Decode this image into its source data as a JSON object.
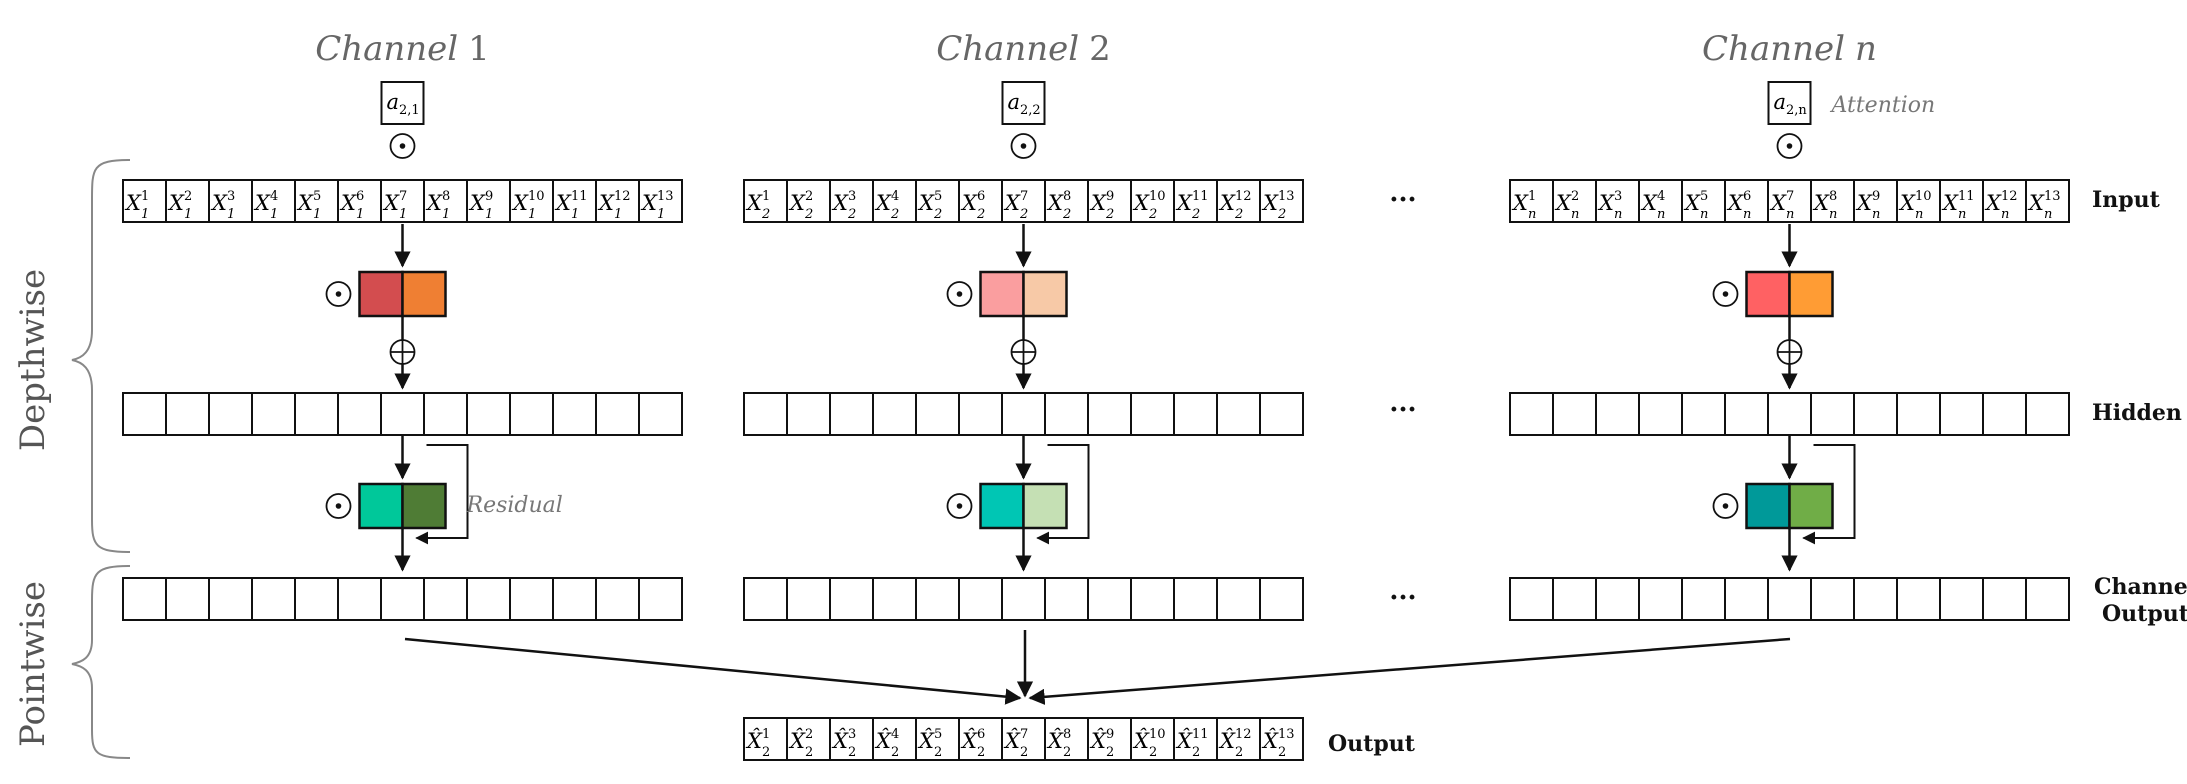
{
  "channels": [
    {
      "title_prefix": "Channel",
      "title_index": "1",
      "attn_base": "a",
      "attn_sub": "2,1",
      "var": "X",
      "sub": "1",
      "conv1_colors": [
        "#d34d4f",
        "#ef7f33"
      ],
      "conv2_colors": [
        "#00c89a",
        "#4f7c35"
      ]
    },
    {
      "title_prefix": "Channel",
      "title_index": "2",
      "attn_base": "a",
      "attn_sub": "2,2",
      "var": "X",
      "sub": "2",
      "conv1_colors": [
        "#fa9e9f",
        "#f7c9a7"
      ],
      "conv2_colors": [
        "#00c6b4",
        "#c5e0b4"
      ]
    },
    {
      "title_prefix": "Channel",
      "title_index": "n",
      "attn_base": "a",
      "attn_sub": "2,n",
      "var": "X",
      "sub": "n",
      "conv1_colors": [
        "#ff6163",
        "#ff9c34"
      ],
      "conv2_colors": [
        "#009999",
        "#70ad47"
      ]
    }
  ],
  "superscripts": [
    "1",
    "2",
    "3",
    "4",
    "5",
    "6",
    "7",
    "8",
    "9",
    "10",
    "11",
    "12",
    "13"
  ],
  "output_var": "X̂",
  "output_sub": "2",
  "symbols": {
    "odot": "⊙",
    "oplus": "⊕",
    "ellipsis": "···"
  },
  "labels": {
    "attention": "Attention",
    "residual": "Residual",
    "input": "Input",
    "hidden": "Hidden",
    "channel_output_line1": "Channel",
    "channel_output_line2": "Output",
    "output": "Output",
    "depthwise": "Depthwise",
    "pointwise": "Pointwise"
  },
  "colors": {
    "line": "#111111",
    "brace": "#888888",
    "title": "#666666"
  }
}
